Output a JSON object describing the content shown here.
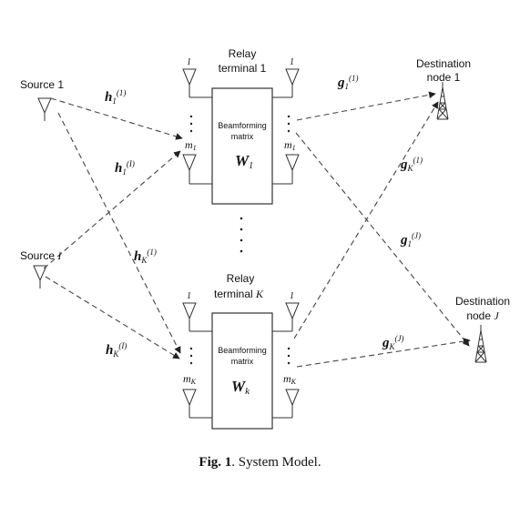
{
  "figure": {
    "relay1_title_line1": "Relay",
    "relay1_title_line2": "terminal 1",
    "relayK_title_line1": "Relay",
    "relayK_title_line2": "terminal ",
    "relayK_title_k": "K",
    "source1": "Source 1",
    "sourceI": "Source ",
    "sourceI_italic": "I",
    "dest1_line1": "Destination",
    "dest1_line2": "node  1",
    "destJ_line1": "Destination",
    "destJ_line2": "node  ",
    "destJ_italic": "J",
    "beam_line1": "Beamforming",
    "beam_line2": "matrix",
    "w1_main": "W",
    "w1_sub": "1",
    "wk_main": "W",
    "wk_sub": "k",
    "ant_one": "1",
    "m1_main": "m",
    "m1_sub": "1",
    "mk_main": "m",
    "mk_sub": "K",
    "h1_1_main": "h",
    "h1_1_sub": "1",
    "h1_1_sup": "(1)",
    "h1_I_main": "h",
    "h1_I_sub": "1",
    "h1_I_sup": "(I)",
    "hK_1_main": "h",
    "hK_1_sub": "K",
    "hK_1_sup": "(1)",
    "hK_I_main": "h",
    "hK_I_sub": "K",
    "hK_I_sup": "(I)",
    "g1_1_main": "g",
    "g1_1_sub": "1",
    "g1_1_sup": "(1)",
    "gK_1_main": "g",
    "gK_1_sub": "K",
    "gK_1_sup": "(1)",
    "g1_J_main": "g",
    "g1_J_sub": "1",
    "g1_J_sup": "(J)",
    "gK_J_main": "g",
    "gK_J_sub": "K",
    "gK_J_sup": "(J)",
    "caption_bold": "Fig. 1",
    "caption_rest": ". System Model."
  },
  "colors": {
    "line": "#333333",
    "dashed": "#444444",
    "text": "#111111"
  }
}
